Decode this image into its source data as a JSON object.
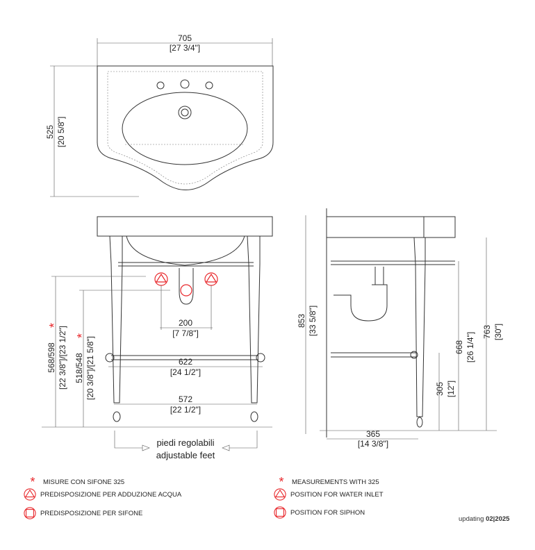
{
  "top_view": {
    "width_mm": "705",
    "width_in": "[27 3/4\"]",
    "depth_mm": "525",
    "depth_in": "[20 5/8\"]"
  },
  "front_view": {
    "height_a_mm": "568/598",
    "height_a_in": "[22 3/8\"]/[23 1/2\"]",
    "height_b_mm": "518/548",
    "height_b_in": "[20 3/8\"]/[21 5/8\"]",
    "inlet_spacing_mm": "200",
    "inlet_spacing_in": "[7 7/8\"]",
    "bar_width_mm": "622",
    "bar_width_in": "[24 1/2\"]",
    "feet_width_mm": "572",
    "feet_width_in": "[22 1/2\"]",
    "feet_label_it": "piedi regolabili",
    "feet_label_en": "adjustable feet"
  },
  "side_view": {
    "total_height_mm": "853",
    "total_height_in": "[33 5/8\"]",
    "rim_height_mm": "668",
    "rim_height_in": "[26 1/4\"]",
    "top_height_mm": "763",
    "top_height_in": "[30\"]",
    "bar_height_mm": "305",
    "bar_height_in": "[12\"]",
    "depth_mm": "365",
    "depth_in": "[14 3/8\"]"
  },
  "legend": {
    "it": [
      "MISURE CON SIFONE 325",
      "PREDISPOSIZIONE PER ADDUZIONE ACQUA",
      "PREDISPOSIZIONE PER SIFONE"
    ],
    "en": [
      "MEASUREMENTS WITH  325",
      "POSITION FOR WATER INLET",
      "POSITION FOR SIPHON"
    ]
  },
  "updating_label": "updating",
  "updating_date": "02|2025",
  "colors": {
    "accent": "#e8262a",
    "line": "#333333"
  }
}
